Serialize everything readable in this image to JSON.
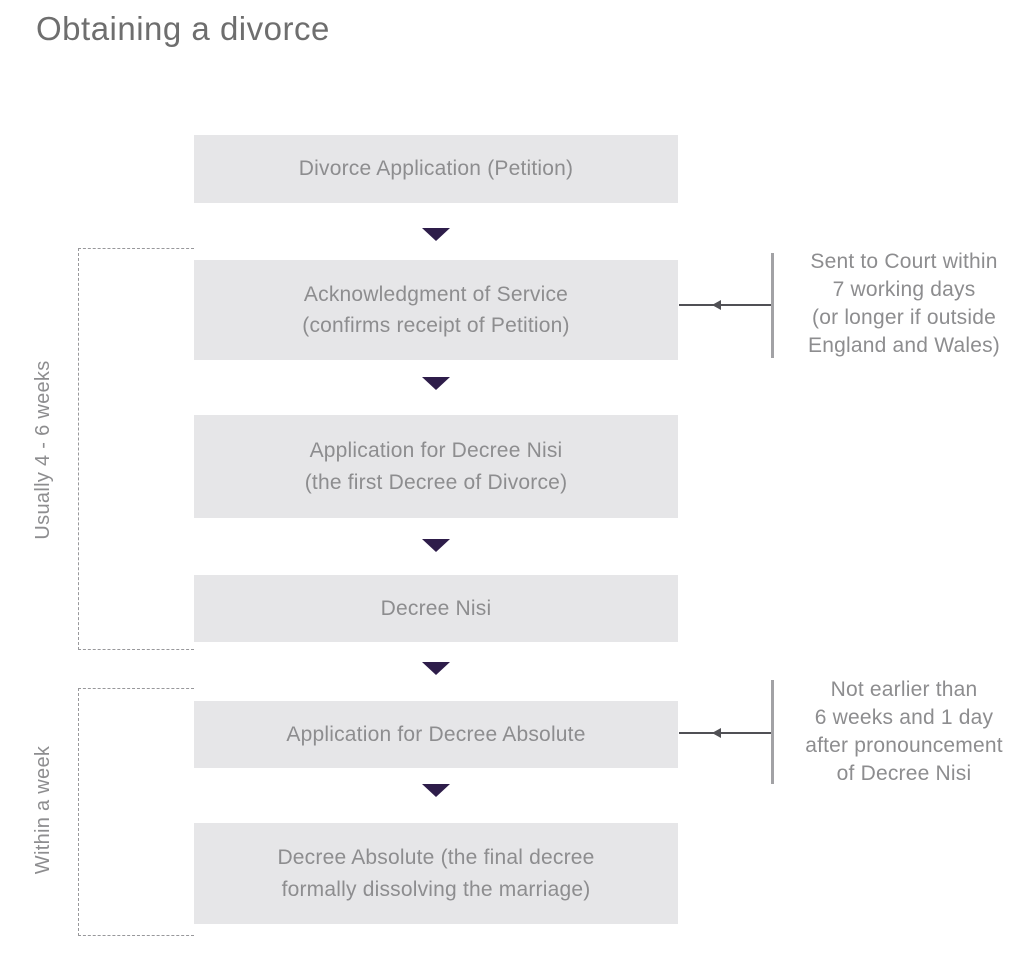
{
  "title": "Obtaining a divorce",
  "colors": {
    "box_fill": "#e6e6e8",
    "box_text": "#8d8d8f",
    "title_text": "#6e6e6e",
    "annotation_text": "#8d8d8f",
    "bracket_text": "#8d8d8f",
    "arrow": "#2e1d4a",
    "connector": "#505055",
    "annotation_bar": "#a2a2a5",
    "bracket_line": "#98989b"
  },
  "flow": {
    "boxes": [
      {
        "id": "divorce-application",
        "label": "Divorce Application (Petition)"
      },
      {
        "id": "acknowledgment-of-service",
        "label": "Acknowledgment of Service\n(confirms receipt of Petition)"
      },
      {
        "id": "application-for-decree-nisi",
        "label": "Application for Decree Nisi\n(the first Decree of Divorce)"
      },
      {
        "id": "decree-nisi",
        "label": "Decree Nisi"
      },
      {
        "id": "application-for-decree-absolute",
        "label": "Application for Decree Absolute"
      },
      {
        "id": "decree-absolute",
        "label": "Decree Absolute (the final decree\nformally dissolving the marriage)"
      }
    ]
  },
  "brackets": [
    {
      "id": "usually-4-6-weeks",
      "label": "Usually 4 - 6 weeks",
      "spans": "Acknowledgment of Service to Decree Nisi"
    },
    {
      "id": "within-a-week",
      "label": "Within a week",
      "spans": "Application for Decree Absolute to Decree Absolute"
    }
  ],
  "annotations": [
    {
      "id": "sent-to-court",
      "target": "Acknowledgment of Service",
      "text": "Sent to Court within\n7 working days\n(or longer if outside\nEngland and Wales)"
    },
    {
      "id": "not-earlier-than",
      "target": "Application for Decree Absolute",
      "text": "Not earlier than\n6 weeks and 1 day\nafter pronouncement\nof Decree Nisi"
    }
  ]
}
